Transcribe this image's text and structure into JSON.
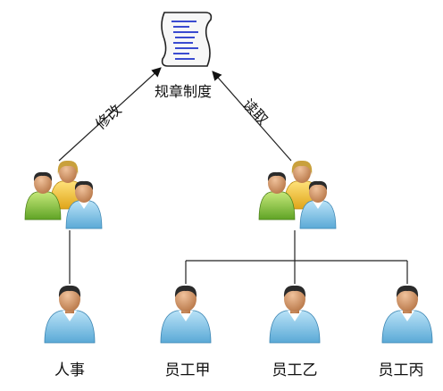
{
  "document": {
    "title": "规章制度"
  },
  "edges": {
    "modify_label": "修改",
    "read_label": "读取"
  },
  "nodes": {
    "hr": "人事",
    "staff_a": "员工甲",
    "staff_b": "员工乙",
    "staff_c": "员工丙"
  },
  "colors": {
    "skin": "#d99a6c",
    "shirt_blue": "#7ec3e6",
    "shirt_green": "#8cc63e",
    "shirt_yellow": "#f2c531",
    "hair_dark": "#2b2b2b",
    "hair_blond": "#c9a03c",
    "line": "#222222",
    "doc_lines": "#3a4bd0"
  },
  "icons": [
    "document-scroll-icon",
    "group-users-icon",
    "user-icon"
  ]
}
